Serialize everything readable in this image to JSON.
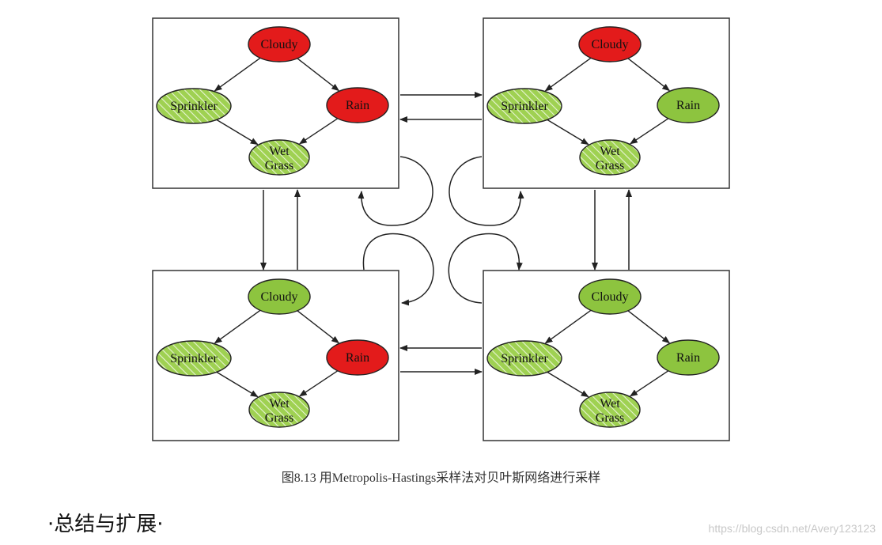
{
  "figure": {
    "caption": "图8.13    用Metropolis-Hastings采样法对贝叶斯网络进行采样",
    "colors": {
      "red": "#e31b1b",
      "green": "#8dc43f",
      "hatch_green": "#b8df7c",
      "box_border": "#333333"
    },
    "states": [
      {
        "id": "top-left",
        "nodes": {
          "cloudy": {
            "label": "Cloudy",
            "state": "red"
          },
          "sprinkler": {
            "label": "Sprinkler",
            "state": "hatched"
          },
          "rain": {
            "label": "Rain",
            "state": "red"
          },
          "wet_grass": {
            "line1": "Wet",
            "line2": "Grass",
            "state": "hatched"
          }
        }
      },
      {
        "id": "top-right",
        "nodes": {
          "cloudy": {
            "label": "Cloudy",
            "state": "red"
          },
          "sprinkler": {
            "label": "Sprinkler",
            "state": "hatched"
          },
          "rain": {
            "label": "Rain",
            "state": "green"
          },
          "wet_grass": {
            "line1": "Wet",
            "line2": "Grass",
            "state": "hatched"
          }
        }
      },
      {
        "id": "bottom-left",
        "nodes": {
          "cloudy": {
            "label": "Cloudy",
            "state": "green"
          },
          "sprinkler": {
            "label": "Sprinkler",
            "state": "hatched"
          },
          "rain": {
            "label": "Rain",
            "state": "red"
          },
          "wet_grass": {
            "line1": "Wet",
            "line2": "Grass",
            "state": "hatched"
          }
        }
      },
      {
        "id": "bottom-right",
        "nodes": {
          "cloudy": {
            "label": "Cloudy",
            "state": "green"
          },
          "sprinkler": {
            "label": "Sprinkler",
            "state": "hatched"
          },
          "rain": {
            "label": "Rain",
            "state": "green"
          },
          "wet_grass": {
            "line1": "Wet",
            "line2": "Grass",
            "state": "hatched"
          }
        }
      }
    ],
    "transitions": [
      {
        "from": "top-left",
        "to": "top-right"
      },
      {
        "from": "top-right",
        "to": "top-left"
      },
      {
        "from": "top-left",
        "to": "bottom-left"
      },
      {
        "from": "bottom-left",
        "to": "top-left"
      },
      {
        "from": "top-right",
        "to": "bottom-right"
      },
      {
        "from": "bottom-right",
        "to": "top-right"
      },
      {
        "from": "bottom-right",
        "to": "bottom-left"
      },
      {
        "from": "bottom-left",
        "to": "bottom-right"
      },
      {
        "from": "top-left",
        "to": "top-left"
      },
      {
        "from": "top-right",
        "to": "top-right"
      },
      {
        "from": "bottom-left",
        "to": "bottom-left"
      },
      {
        "from": "bottom-right",
        "to": "bottom-right"
      }
    ]
  },
  "section_heading": "·总结与扩展·",
  "watermark": "https://blog.csdn.net/Avery123123"
}
